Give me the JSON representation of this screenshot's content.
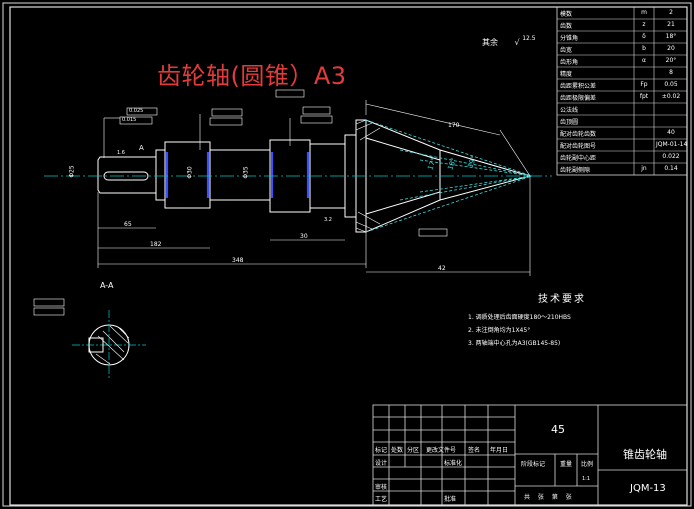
{
  "overlay_title": "齿轮轴(圆锥）A3",
  "roughness_note": "其余",
  "roughness_value": "12.5",
  "section_label": "A-A",
  "section_arrow_label": "A",
  "tech_requirements": {
    "title": "技术要求",
    "items": [
      "1.  调质处理后齿面硬度180～210HBS",
      "2.  未注倒角均为1X45°",
      "3.  两轴端中心孔为A3(GB145-85)"
    ]
  },
  "param_table": {
    "rows": [
      {
        "name": "模数",
        "symbol": "m",
        "value": "2"
      },
      {
        "name": "齿数",
        "symbol": "z",
        "value": "21"
      },
      {
        "name": "分锥角",
        "symbol": "δ",
        "value": "18°"
      },
      {
        "name": "齿宽",
        "symbol": "b",
        "value": "20"
      },
      {
        "name": "齿形角",
        "symbol": "α",
        "value": "20°"
      },
      {
        "name": "精度",
        "symbol": "",
        "value": "8"
      },
      {
        "name": "齿距累积公差",
        "symbol": "Fp",
        "value": "0.05"
      },
      {
        "name": "齿距极限偏差",
        "symbol": "fpt",
        "value": "±0.02"
      },
      {
        "name": "公法线",
        "symbol": "",
        "value": ""
      },
      {
        "name": "齿顶圆",
        "symbol": "",
        "value": ""
      },
      {
        "name": "配对齿轮齿数",
        "symbol": "",
        "value": "40"
      },
      {
        "name": "配对齿轮图号",
        "symbol": "",
        "value": "JQM-01-14"
      },
      {
        "name": "齿轮副中心距",
        "symbol": "",
        "value": "0.022"
      },
      {
        "name": "齿轮副侧隙",
        "symbol": "jn",
        "value": "0.14"
      }
    ]
  },
  "title_block": {
    "material": "45",
    "part_name": "锥齿轮轴",
    "drawing_no": "JQM-13",
    "header_labels": [
      "标记",
      "处数",
      "分区",
      "更改文件号",
      "签名",
      "年月日"
    ],
    "design_label": "设计",
    "standard_label": "标准化",
    "stage_label": "阶段标记",
    "weight_label": "重量",
    "scale_label": "比例",
    "scale_value": "1:1",
    "review_label": "审核",
    "process_label": "工艺",
    "approve_label": "批准",
    "sheets_label": "共 张 第 张"
  },
  "dimensions": {
    "overall_length": "348",
    "seg1": "65",
    "seg2": "182",
    "seg3": "30",
    "seg4": "42",
    "cone_len": "170",
    "tol1": "0.025",
    "tol2": "0.015",
    "ra1": "1.6",
    "ra2": "3.2",
    "diam1": "Φ25",
    "diam2": "Φ30",
    "diam3": "Φ35",
    "angle1": "17°",
    "angle2": "18°",
    "angle3": "19°"
  },
  "colors": {
    "background": "#000000",
    "lines": "#ffffff",
    "centerline": "#00c8c8",
    "overlay_title": "#e23b3b",
    "gear_lines": "#3cdcdc",
    "hatch": "#ffffff",
    "highlight": "#3a50ff"
  }
}
